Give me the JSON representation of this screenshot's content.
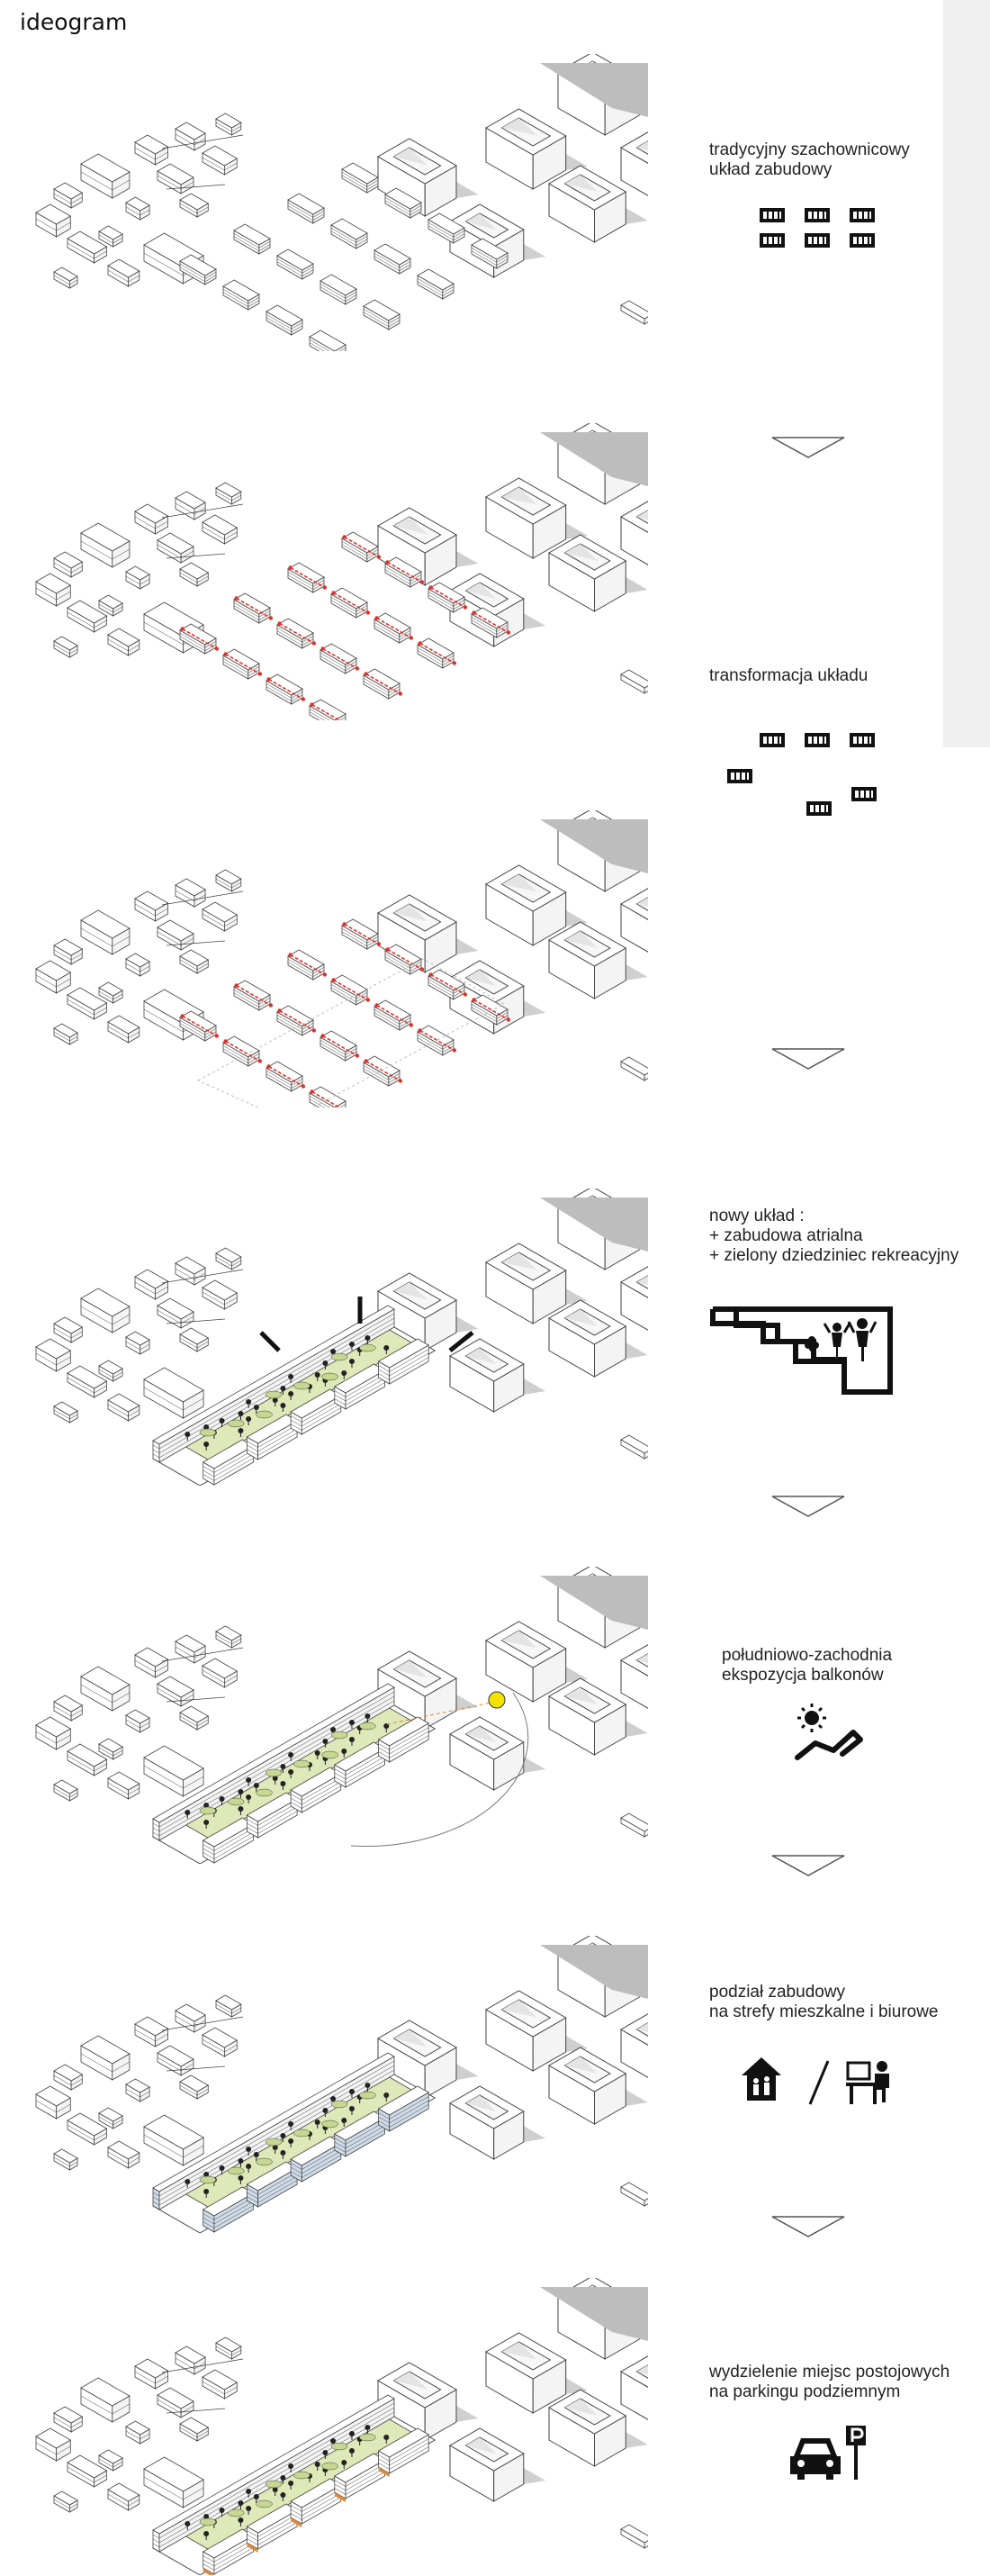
{
  "title": "ideogram",
  "colors": {
    "stroke": "#444444",
    "building_fill": "#ffffff",
    "shadow": "#cfcfcf",
    "red_dimension": "#e0312b",
    "green_courtyard": "#dfe8b8",
    "blue_office": "#cfdce8",
    "orange_parking": "#d98a3e",
    "sun_yellow": "#f2e300",
    "icon_black": "#111111"
  },
  "steps": [
    {
      "id": "step-1",
      "lines": [
        "tradycyjny szachownicowy",
        "układ zabudowy"
      ],
      "icon": "checkerboard-buildings-icon"
    },
    {
      "id": "step-2",
      "lines": [
        "transformacja układu"
      ],
      "icon": "scattered-buildings-icon"
    },
    {
      "id": "step-3",
      "lines": [],
      "icon": ""
    },
    {
      "id": "step-4",
      "lines": [
        "nowy układ :",
        "+ zabudowa atrialna",
        "+ zielony dziedziniec rekreacyjny"
      ],
      "icon": "stepped-atrium-family-icon"
    },
    {
      "id": "step-5",
      "lines": [
        "południowo-zachodnia",
        "ekspozycja balkonów"
      ],
      "icon": "sun-sunbed-icon"
    },
    {
      "id": "step-6",
      "lines": [
        "podział zabudowy",
        "na strefy mieszkalne i biurowe"
      ],
      "icon": "house-office-icon"
    },
    {
      "id": "step-7",
      "lines": [
        "wydzielenie miejsc postojowych",
        "na parkingu podziemnym"
      ],
      "icon": "car-parking-icon"
    }
  ]
}
